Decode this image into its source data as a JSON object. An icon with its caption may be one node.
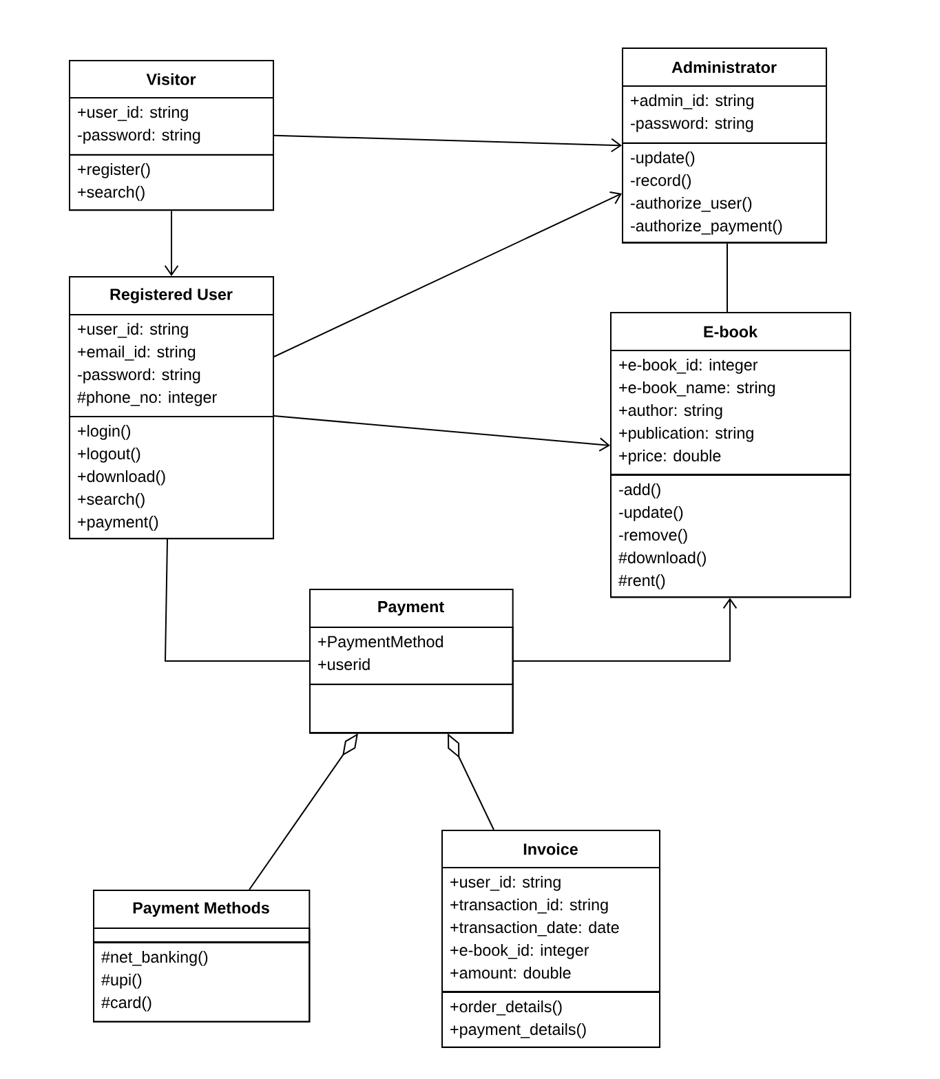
{
  "diagram": {
    "nodes": [
      {
        "text": [
          "Visitor"
        ]
      },
      {
        "text": [
          "+user_id: string",
          "-password: string"
        ],
        "in": 0
      },
      {
        "text": [
          "+register()",
          "+search()"
        ],
        "in": 0
      },
      {
        "text": [
          "Administrator"
        ]
      },
      {
        "text": [
          "+admin_id: string",
          "-password: string"
        ],
        "in": 3
      },
      {
        "text": [
          "-update()",
          "-record()",
          "-authorize_user()",
          "-authorize_payment()"
        ],
        "in": 3
      },
      {
        "text": [
          "Registered User"
        ]
      },
      {
        "text": [
          "+user_id: string",
          "+email_id: string",
          "-password: string",
          "#phone_no: integer"
        ],
        "in": 6
      },
      {
        "text": [
          "+login()",
          "+logout()",
          "+download()",
          "+search()",
          "+payment()"
        ],
        "in": 6
      },
      {
        "text": [
          "E-book"
        ]
      },
      {
        "text": [
          "+e-book_id: integer",
          "+e-book_name: string",
          "+author: string",
          "+publication: string",
          "+price: double"
        ],
        "in": 9
      },
      {
        "text": [
          "-add()",
          "-update()",
          "-remove()",
          "#download()",
          "#rent()"
        ],
        "in": 9
      },
      {
        "text": [
          "Payment"
        ]
      },
      {
        "text": [
          "+PaymentMethod",
          "+userid"
        ],
        "in": 12
      },
      {
        "text": [],
        "shape": "box",
        "in": 12
      },
      {
        "text": [
          "Payment Methods"
        ]
      },
      {
        "text": [],
        "shape": "box",
        "in": 15
      },
      {
        "text": [
          "#net_banking()",
          "#upi()",
          "#card()"
        ],
        "in": 15
      },
      {
        "text": [
          "Invoice"
        ]
      },
      {
        "text": [
          "+user_id: string",
          "+transaction_id: string",
          "+transaction_date: date",
          "+e-book_id: integer",
          "+amount: double"
        ],
        "in": 18
      },
      {
        "text": [
          "+order_details()",
          "+payment_details()"
        ],
        "in": 18
      }
    ],
    "edges": [
      {
        "from": 0,
        "to": 3,
        "arrow": "to"
      },
      {
        "from": 0,
        "to": 6,
        "arrow": "to"
      },
      {
        "from": 6,
        "to": 3,
        "arrow": "to"
      },
      {
        "from": 6,
        "to": 9,
        "arrow": "to"
      },
      {
        "from": 3,
        "to": 9,
        "arrow": "none"
      },
      {
        "from": 6,
        "to": 12,
        "arrow": "none"
      },
      {
        "from": 12,
        "to": 9,
        "arrow": "to"
      },
      {
        "from": 15,
        "to": 12,
        "arrow": "other"
      },
      {
        "from": 18,
        "to": 12,
        "arrow": "other"
      }
    ]
  }
}
